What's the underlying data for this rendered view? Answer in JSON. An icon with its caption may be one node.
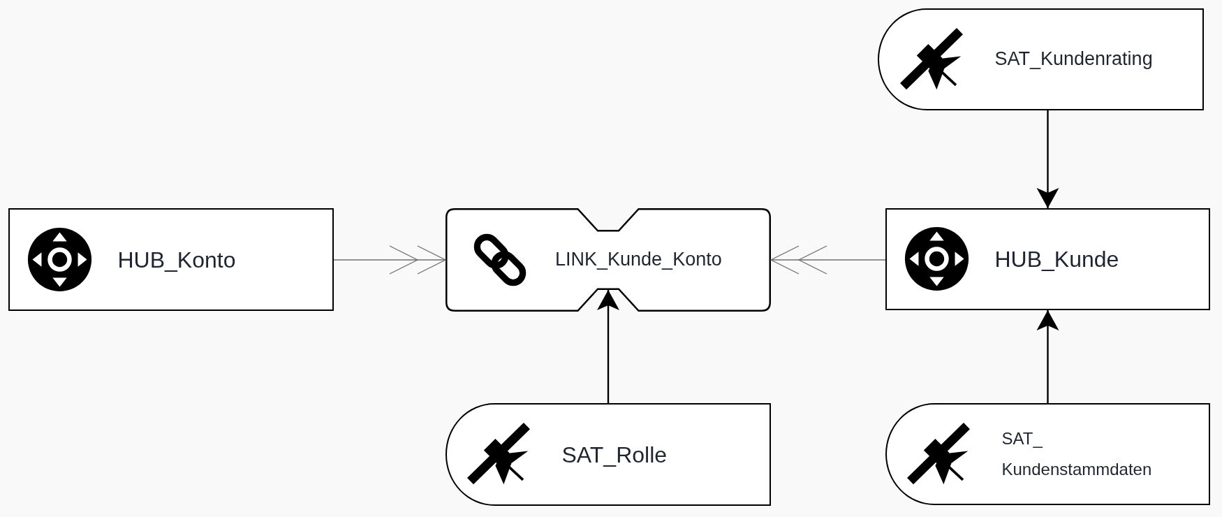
{
  "diagram": {
    "nodes": [
      {
        "text": [
          "SAT_Kundenrating"
        ]
      },
      {
        "text": [
          "HUB_Konto"
        ]
      },
      {
        "text": [
          "LINK_Kunde_Konto"
        ]
      },
      {
        "text": [
          "HUB_Kunde"
        ]
      },
      {
        "text": [
          "SAT_Rolle"
        ]
      },
      {
        "text": [
          "SAT_ Kundenstammdaten"
        ]
      }
    ],
    "edges": [
      {
        "from": 1,
        "to": 2,
        "arrow": "to",
        "color": "#6e6e6e"
      },
      {
        "from": 3,
        "to": 2,
        "arrow": "to",
        "color": "#6e6e6e"
      },
      {
        "from": 0,
        "to": 3,
        "arrow": "to"
      },
      {
        "from": 4,
        "to": 2,
        "arrow": "to"
      },
      {
        "from": 5,
        "to": 3,
        "arrow": "to"
      }
    ]
  }
}
